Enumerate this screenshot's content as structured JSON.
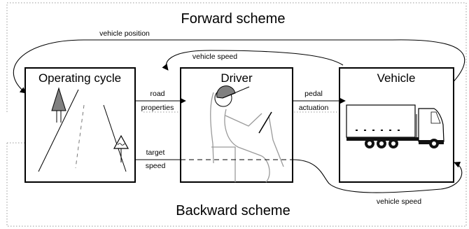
{
  "schemes": {
    "forward": "Forward scheme",
    "backward": "Backward scheme"
  },
  "blocks": {
    "operating_cycle": "Operating cycle",
    "driver": "Driver",
    "vehicle": "Vehicle"
  },
  "signals": {
    "vehicle_position": "vehicle position",
    "vehicle_speed_top": "vehicle speed",
    "road_line1": "road",
    "road_line2": "properties",
    "pedal_line1": "pedal",
    "pedal_line2": "actuation",
    "target_line1": "target",
    "target_line2": "speed",
    "vehicle_speed_bottom": "vehicle speed"
  },
  "colors": {
    "stroke": "#000000",
    "dotted_border": "#9a9a9a",
    "sign_fill": "#808080",
    "helmet_fill": "#808080",
    "truck_dark": "#111111"
  }
}
